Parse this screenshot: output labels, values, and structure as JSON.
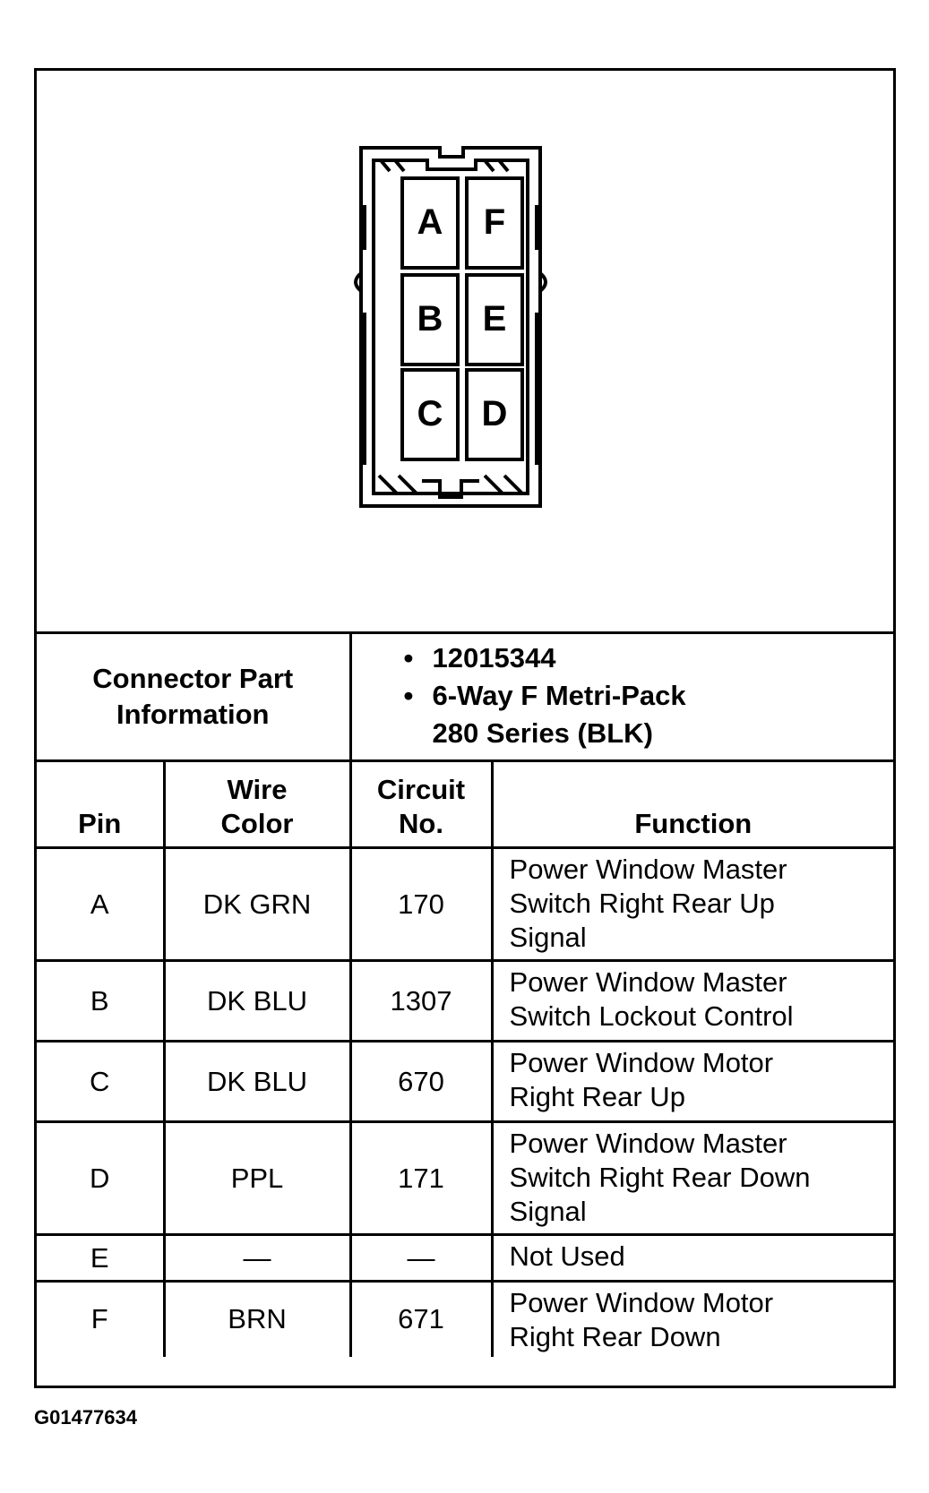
{
  "connector": {
    "pins": [
      {
        "id": "A"
      },
      {
        "id": "F"
      },
      {
        "id": "B"
      },
      {
        "id": "E"
      },
      {
        "id": "C"
      },
      {
        "id": "D"
      }
    ]
  },
  "part_info": {
    "label_line1": "Connector Part",
    "label_line2": "Information",
    "items": [
      {
        "text": "12015344"
      },
      {
        "text": "6-Way F Metri-Pack",
        "text2": "280 Series (BLK)"
      }
    ]
  },
  "headers": {
    "pin": "Pin",
    "wire_color_1": "Wire",
    "wire_color_2": "Color",
    "circuit_1": "Circuit",
    "circuit_2": "No.",
    "function": "Function"
  },
  "rows": [
    {
      "pin": "A",
      "wire": "DK GRN",
      "circuit": "170",
      "function": [
        "Power Window Master",
        "Switch Right Rear Up",
        "Signal"
      ]
    },
    {
      "pin": "B",
      "wire": "DK BLU",
      "circuit": "1307",
      "function": [
        "Power Window Master",
        "Switch Lockout Control"
      ]
    },
    {
      "pin": "C",
      "wire": "DK BLU",
      "circuit": "670",
      "function": [
        "Power Window Motor",
        "Right Rear Up"
      ]
    },
    {
      "pin": "D",
      "wire": "PPL",
      "circuit": "171",
      "function": [
        "Power Window Master",
        "Switch Right Rear Down",
        "Signal"
      ]
    },
    {
      "pin": "E",
      "wire": "—",
      "circuit": "—",
      "function": [
        "Not Used"
      ]
    },
    {
      "pin": "F",
      "wire": "BRN",
      "circuit": "671",
      "function": [
        "Power Window Motor",
        "Right Rear Down"
      ]
    }
  ],
  "figure_id": "G01477634"
}
